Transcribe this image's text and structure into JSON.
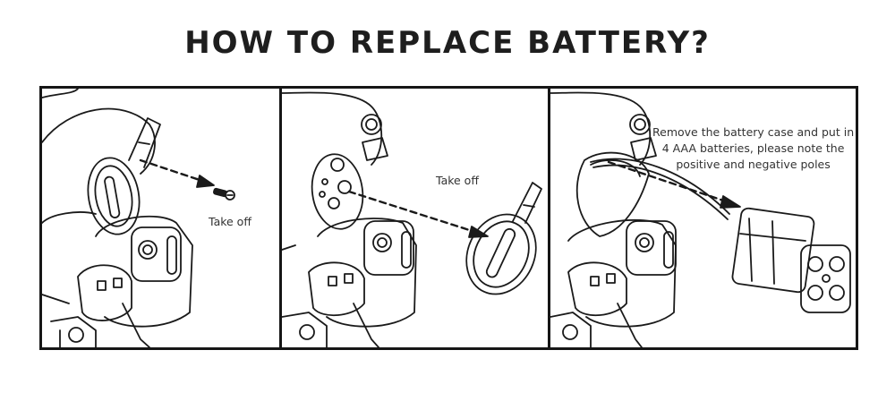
{
  "title": "HOW TO REPLACE BATTERY?",
  "steps": [
    {
      "caption": "Take off"
    },
    {
      "caption": "Take off"
    },
    {
      "caption_lines": [
        "Remove the battery case and put in",
        "4 AAA batteries, please note the",
        "positive and negative poles"
      ]
    }
  ]
}
